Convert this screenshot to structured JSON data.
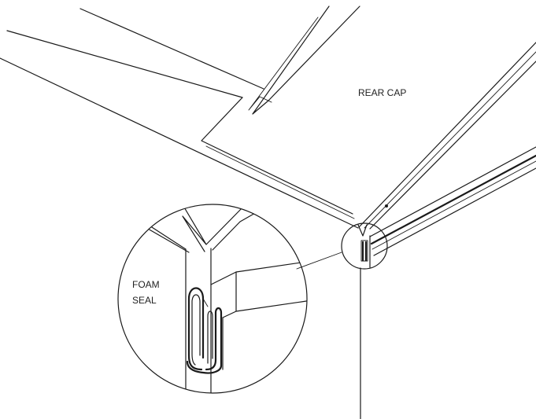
{
  "labels": {
    "rear_cap": "REAR CAP",
    "foam_line1": "FOAM",
    "foam_line2": "SEAL"
  }
}
